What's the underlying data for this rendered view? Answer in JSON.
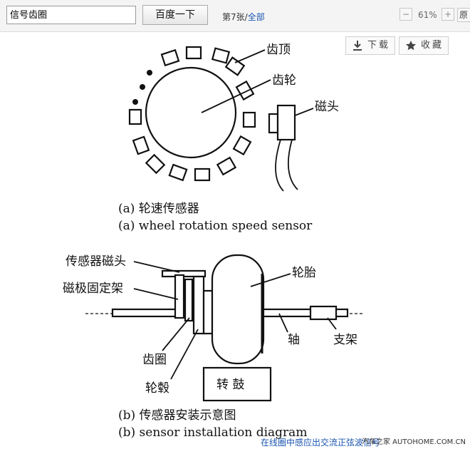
{
  "toolbar": {
    "search_value": "信号齿圈",
    "search_button": "百度一下",
    "counter_prefix": "第7张/",
    "counter_all": "全部",
    "zoom_percent": "61%",
    "zoom_out_glyph": "−",
    "zoom_in_glyph": "+",
    "original_label": "原"
  },
  "actions": {
    "download": "下载",
    "favorite": "收藏"
  },
  "figure_a": {
    "label_tooth_top": "齿顶",
    "label_gear": "齿轮",
    "label_magnet_head": "磁头",
    "caption_cn": "(a) 轮速传感器",
    "caption_en": "(a) wheel rotation speed sensor"
  },
  "figure_b": {
    "label_sensor_head": "传感器磁头",
    "label_pole_bracket": "磁极固定架",
    "label_tire": "轮胎",
    "label_axle": "轴",
    "label_support": "支架",
    "label_tone_ring": "齿圈",
    "label_hub": "轮毂",
    "label_drum": "转 鼓",
    "caption_cn": "(b) 传感器安装示意图",
    "caption_en": "(b) sensor installation diagram"
  },
  "watermark": {
    "left_link": "在线圈中感应出交流正弦波信号",
    "right_text": "汽车之家 AUTOHOME.COM.CN"
  },
  "colors": {
    "link": "#1a55b0",
    "ink": "#111111"
  }
}
